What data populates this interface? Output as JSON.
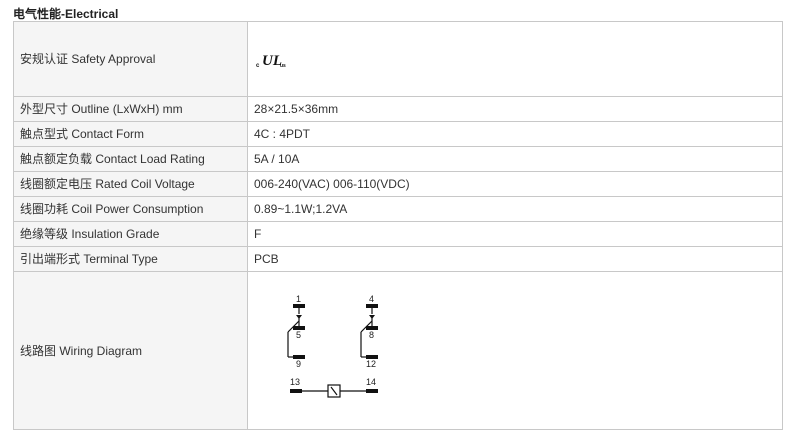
{
  "section": {
    "title": "电气性能-Electrical"
  },
  "rows": [
    {
      "label": "安规认证 Safety Approval",
      "value": ""
    },
    {
      "label": "外型尺寸 Outline (LxWxH) mm",
      "value": "28×21.5×36mm"
    },
    {
      "label": "触点型式 Contact Form",
      "value": "4C : 4PDT"
    },
    {
      "label": "触点额定负载 Contact Load Rating",
      "value": "5A / 10A"
    },
    {
      "label": "线圈额定电压 Rated Coil Voltage",
      "value": "006-240(VAC) 006-110(VDC)"
    },
    {
      "label": "线圈功耗 Coil Power Consumption",
      "value": "0.89~1.1W;1.2VA"
    },
    {
      "label": "绝缘等级 Insulation Grade",
      "value": "F"
    },
    {
      "label": "引出端形式 Terminal Type",
      "value": "PCB"
    },
    {
      "label": "线路图 Wiring Diagram",
      "value": ""
    }
  ],
  "approval_mark": {
    "prefix": "c",
    "main": "UL",
    "suffix": "us"
  },
  "wiring": {
    "pins": {
      "p1": "1",
      "p5": "5",
      "p9": "9",
      "p4": "4",
      "p8": "8",
      "p12": "12",
      "p13": "13",
      "p14": "14"
    }
  }
}
